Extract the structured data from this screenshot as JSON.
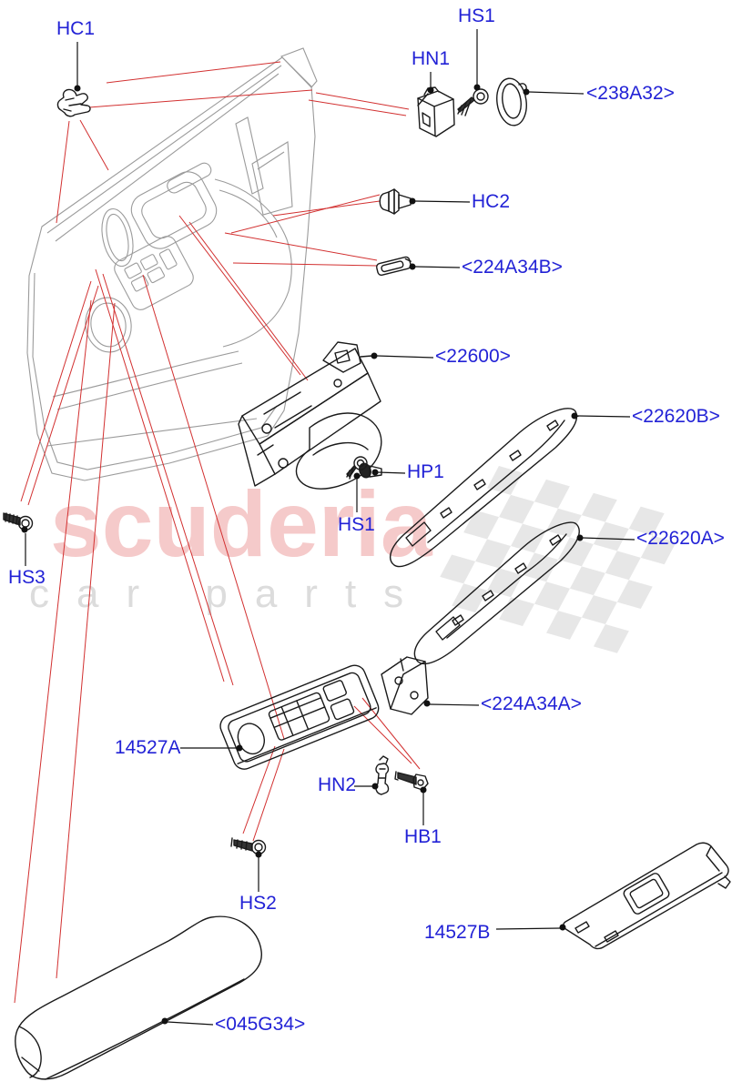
{
  "watermark": {
    "brand": "scuderia",
    "tagline": "car parts"
  },
  "colors": {
    "label_blue": "#2222d6",
    "callout_red": "#d23030",
    "part_black": "#1a1a1a",
    "door_gray": "#9b9b9b",
    "watermark_pink": "#f5caca",
    "watermark_gray": "#dcdcdc",
    "flag_gray": "#e7e7e7"
  },
  "labels": {
    "hc1": "HC1",
    "hs1_top": "HS1",
    "hn1": "HN1",
    "p238a32": "<238A32>",
    "hc2": "HC2",
    "p224a34b": "<224A34B>",
    "p22600": "<22600>",
    "p22620b": "<22620B>",
    "hp1": "HP1",
    "hs1_mid": "HS1",
    "p22620a": "<22620A>",
    "hs3": "HS3",
    "p224a34a": "<224A34A>",
    "p14527a": "14527A",
    "hn2": "HN2",
    "hb1": "HB1",
    "hs2": "HS2",
    "p14527b": "14527B",
    "p045g34": "<045G34>"
  }
}
